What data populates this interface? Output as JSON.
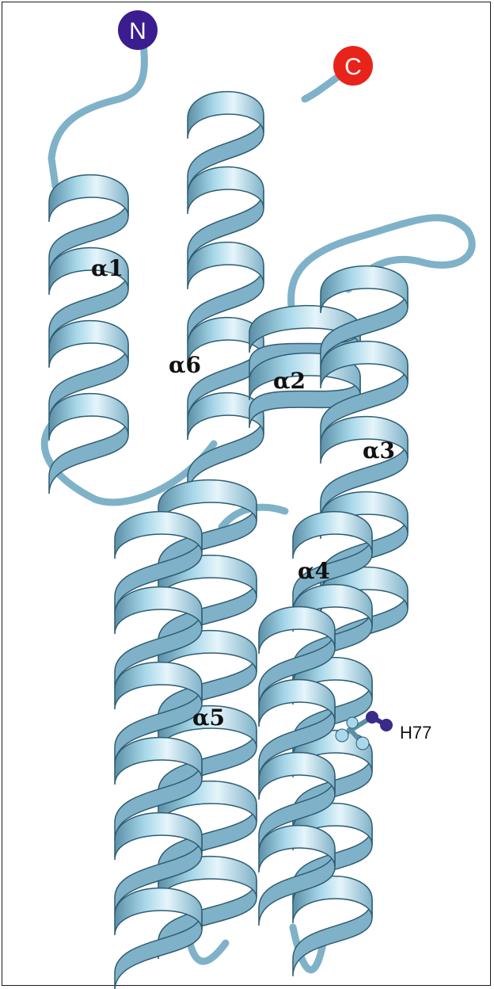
{
  "figure": {
    "terminals": {
      "n": {
        "label": "N",
        "color": "#3b1d8f"
      },
      "c": {
        "label": "C",
        "color": "#e8241a"
      }
    },
    "helices": [
      {
        "id": "a1",
        "label": "α1"
      },
      {
        "id": "a2",
        "label": "α2"
      },
      {
        "id": "a3",
        "label": "α3"
      },
      {
        "id": "a4",
        "label": "α4"
      },
      {
        "id": "a5",
        "label": "α5"
      },
      {
        "id": "a6",
        "label": "α6"
      }
    ],
    "residue": {
      "label": "H77"
    },
    "colors": {
      "ribbon": "#a8d8ea",
      "ribbon_dark": "#5b8fa6",
      "ribbon_light": "#e6f5fb",
      "residue_atom": "#3a2a8a"
    }
  }
}
